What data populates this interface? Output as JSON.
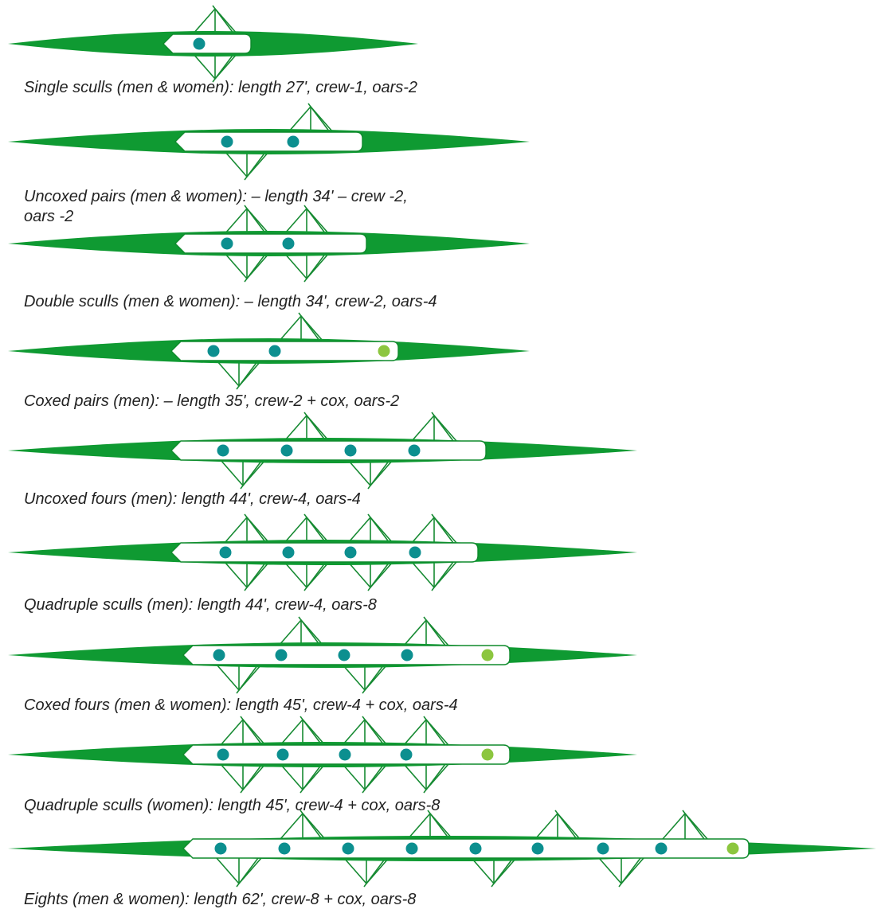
{
  "colors": {
    "hull": "#0f9a32",
    "deck": "#ffffff",
    "outline": "#0e8a2c",
    "rigger": "#168a32",
    "rower": "#0c8f8f",
    "cox": "#8cc63f",
    "background": "#ffffff"
  },
  "boats": [
    {
      "name": "single-sculls",
      "caption": "Single sculls (men & women): length 27', crew-1, oars-2",
      "rowers": 1,
      "cox": false,
      "oars": 2,
      "length_ft": 27
    },
    {
      "name": "uncoxed-pairs",
      "caption": "Uncoxed pairs (men & women): – length 34' – crew -2, oars -2",
      "rowers": 2,
      "cox": false,
      "oars": 2,
      "length_ft": 34
    },
    {
      "name": "double-sculls",
      "caption": "Double sculls (men & women): – length 34', crew-2, oars-4",
      "rowers": 2,
      "cox": false,
      "oars": 4,
      "length_ft": 34
    },
    {
      "name": "coxed-pairs",
      "caption": "Coxed pairs (men): – length 35', crew-2 + cox, oars-2",
      "rowers": 2,
      "cox": true,
      "oars": 2,
      "length_ft": 35
    },
    {
      "name": "uncoxed-fours",
      "caption": "Uncoxed fours (men): length 44', crew-4, oars-4",
      "rowers": 4,
      "cox": false,
      "oars": 4,
      "length_ft": 44
    },
    {
      "name": "quadruple-sculls-men",
      "caption": "Quadruple sculls (men): length 44', crew-4, oars-8",
      "rowers": 4,
      "cox": false,
      "oars": 8,
      "length_ft": 44
    },
    {
      "name": "coxed-fours",
      "caption": "Coxed fours (men & women): length 45', crew-4 + cox, oars-4",
      "rowers": 4,
      "cox": true,
      "oars": 4,
      "length_ft": 45
    },
    {
      "name": "quadruple-sculls-women",
      "caption": "Quadruple sculls (women): length 45', crew-4 + cox, oars-8",
      "rowers": 4,
      "cox": true,
      "oars": 8,
      "length_ft": 45
    },
    {
      "name": "eights",
      "caption": "Eights (men & women): length 62', crew-8 + cox, oars-8",
      "rowers": 8,
      "cox": true,
      "oars": 8,
      "length_ft": 62
    }
  ]
}
